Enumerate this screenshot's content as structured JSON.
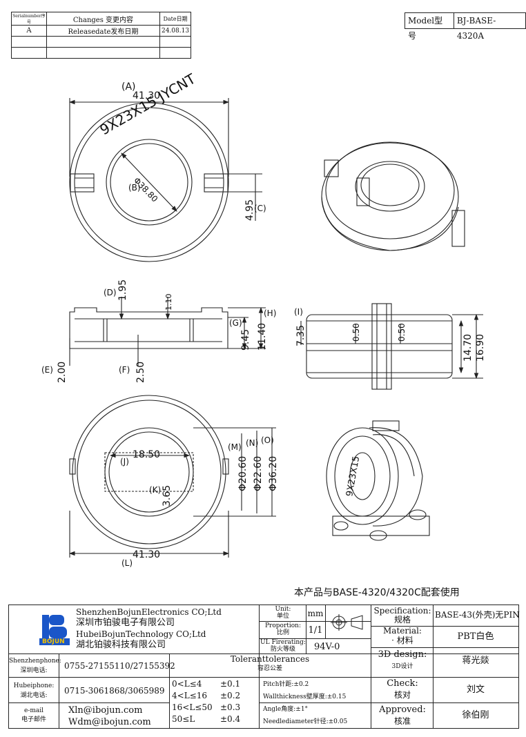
{
  "revision_table": {
    "headers": {
      "serial": "Serialnumber序号",
      "changes": "Changes 变更内容",
      "date": "Date日期"
    },
    "rows": [
      {
        "serial": "A",
        "changes": "Releasedate发布日期",
        "date": "24.08.13"
      }
    ]
  },
  "model": {
    "label": "Model型号",
    "value": "BJ-BASE-4320A"
  },
  "dimensions": {
    "top_width": "41.30",
    "top_width_tag": "(A)",
    "inner_diameter": "Φ38.80",
    "inner_diameter_tag": "(B)",
    "tab_height": "4.95",
    "tab_height_tag": "(C)",
    "ring_text": "9X23X15 JYCNT",
    "side_d": "1.95",
    "side_d_tag": "(D)",
    "side_110": "1.10",
    "side_e": "2.00",
    "side_e_tag": "(E)",
    "side_f": "2.50",
    "side_f_tag": "(F)",
    "side_g": "9.45",
    "side_g_tag": "(G)",
    "side_h": "11.40",
    "side_h_tag": "(H)",
    "end_i": "7.35",
    "end_i_tag": "(I)",
    "end_050a": "0.50",
    "end_050b": "0.50",
    "end_1470": "14.70",
    "end_1690": "16.90",
    "bottom_j": "18.50",
    "bottom_j_tag": "(J)",
    "bottom_k": "3.65",
    "bottom_k_tag": "(K)",
    "bottom_l": "41.30",
    "bottom_l_tag": "(L)",
    "bottom_m": "Φ20.60",
    "bottom_m_tag": "(M)",
    "bottom_n": "Φ22.60",
    "bottom_n_tag": "(N)",
    "bottom_o": "Φ36.20",
    "bottom_o_tag": "(O)",
    "iso_label": "9X23X15"
  },
  "note": "本产品与BASE-4320/4320C配套使用",
  "title_block": {
    "company_en_1": "ShenzhenBojunElectronics CO;Ltd",
    "company_cn_1": "深圳市铂骏电子有限公司",
    "company_en_2": "HubeiBojunTechnology CO;Ltd",
    "company_cn_2": "湖北铂骏科技有限公司",
    "logo_text": "BOJUN",
    "unit_en": "Unit:",
    "unit_cn": "单位",
    "unit_value": "mm",
    "proportion_en": "Proportion:",
    "proportion_cn": "比例",
    "proportion_value": "1/1",
    "fire_en": "UL Firerating:",
    "fire_cn": "防火等级",
    "fire_value": "94V-0",
    "spec_en": "Specification:",
    "spec_cn": "规格",
    "spec_value": "BASE-43(外壳)无PIN",
    "material_en": "Material:",
    "material_cn": "· 材料",
    "material_value": "PBT白色",
    "design_en": "3D design:",
    "design_cn": "3D设计",
    "design_value": "蒋光燚",
    "check_en": "Check:",
    "check_cn": "核对",
    "check_value": "刘文",
    "approved_en": "Approved:",
    "approved_cn": "核准",
    "approved_value": "徐伯刚",
    "sz_phone_en": "Shenzhenphone:",
    "sz_phone_cn": "深圳电话:",
    "sz_phone_value": "0755-27155110/27155392",
    "hb_phone_en": "Hubeiphone:",
    "hb_phone_cn": "湖北电话:",
    "hb_phone_value": "0715-3061868/3065989",
    "email_en": "e-mail",
    "email_cn": "电子邮件",
    "email_1": "Xln@ibojun.com",
    "email_2": "Wdm@ibojun.com",
    "tol_en": "Toleranttolerances",
    "tol_cn": "容忍公差",
    "tol_rows": [
      {
        "range": "0<L≤4",
        "value": "±0.1"
      },
      {
        "range": "4<L≤16",
        "value": "±0.2"
      },
      {
        "range": "16<L≤50",
        "value": "±0.3"
      },
      {
        "range": "50≤L",
        "value": "±0.4"
      }
    ],
    "pitch": "Pitch针距:±0.2",
    "wall": "Wallthickness壁厚度:±0.15",
    "angle": "Angle角度:±1°",
    "needle": "Needlediameter针径:±0.05"
  }
}
